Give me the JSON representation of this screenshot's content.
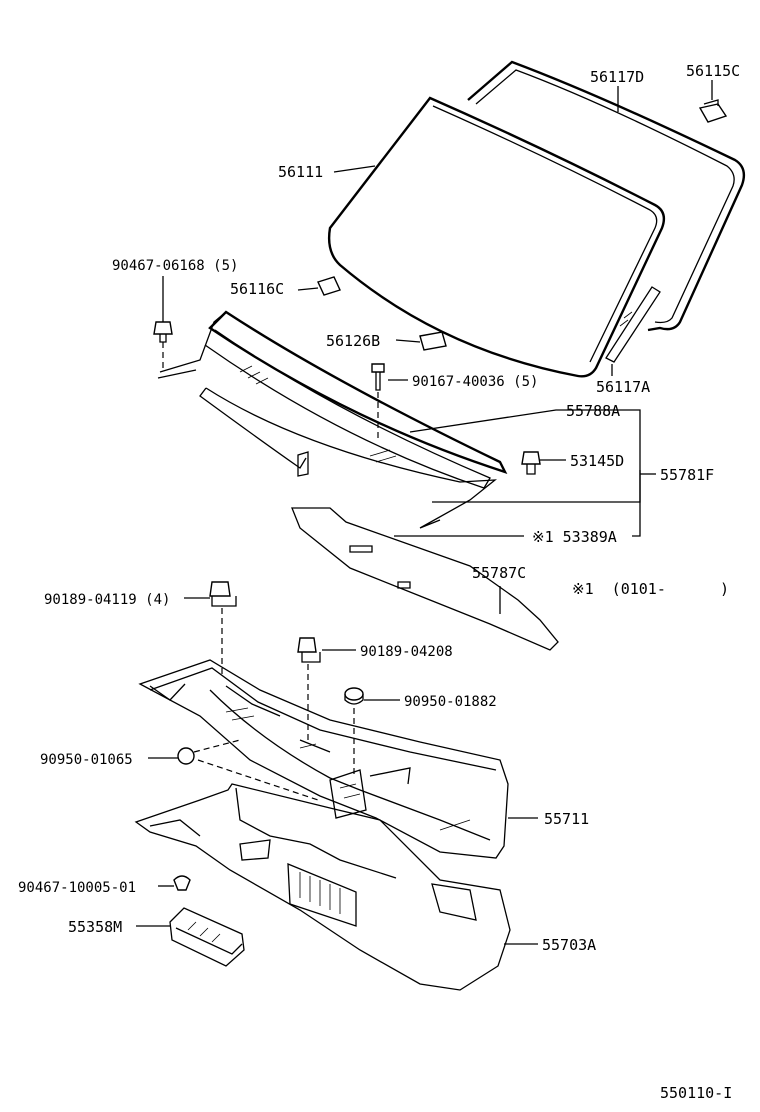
{
  "parts": {
    "p56117D": "56117D",
    "p56115C": "56115C",
    "p56111": "56111",
    "p90467_06168": "90467-06168 (5)",
    "p56116C": "56116C",
    "p56126B": "56126B",
    "p56117A": "56117A",
    "p90167_40036": "90167-40036 (5)",
    "p55788A": "55788A",
    "p53145D": "53145D",
    "p55781F": "55781F",
    "p53389A": "※1 53389A",
    "p55787C": "55787C",
    "note1": "※1  (0101-      )",
    "p90189_04119": "90189-04119 (4)",
    "p90189_04208": "90189-04208",
    "p90950_01882": "90950-01882",
    "p90950_01065": "90950-01065",
    "p55711": "55711",
    "p90467_10005": "90467-10005-01",
    "p55358M": "55358M",
    "p55703A": "55703A"
  },
  "figure_id": "550110-I"
}
